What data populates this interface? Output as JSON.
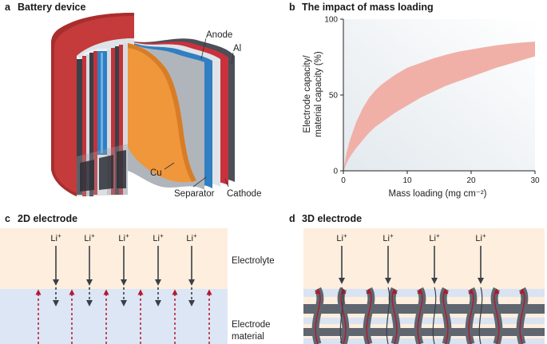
{
  "panels": {
    "a": {
      "letter": "a",
      "title": "Battery device",
      "labels": {
        "anode": "Anode",
        "al": "Al",
        "cu": "Cu",
        "separator": "Separator",
        "cathode": "Cathode"
      }
    },
    "b": {
      "letter": "b",
      "title": "The impact of mass loading"
    },
    "c": {
      "letter": "c",
      "title": "2D electrode",
      "ion": "Li",
      "ion_charge": "+",
      "electrolyte": "Electrolyte",
      "electrode_line1": "Electrode",
      "electrode_line2": "material"
    },
    "d": {
      "letter": "d",
      "title": "3D electrode",
      "ion": "Li",
      "ion_charge": "+"
    }
  },
  "chart_data": {
    "type": "area",
    "xlabel": "Mass loading (mg cm⁻²)",
    "ylabel_line1": "Electrode capacity/",
    "ylabel_line2": "material capacity (%)",
    "xlim": [
      0,
      30
    ],
    "ylim": [
      0,
      100
    ],
    "xticks": [
      0,
      10,
      20,
      30
    ],
    "yticks": [
      0,
      50,
      100
    ],
    "x": [
      0,
      0.5,
      1,
      2,
      3,
      4,
      5,
      6,
      8,
      10,
      12,
      14,
      16,
      18,
      20,
      22,
      24,
      26,
      28,
      30
    ],
    "upper": [
      0,
      12,
      20,
      32,
      41,
      48,
      53,
      57,
      63,
      68,
      71,
      74,
      76.5,
      78.5,
      80,
      81.5,
      82.8,
      83.8,
      84.6,
      85.2
    ],
    "lower": [
      0,
      5,
      9,
      15,
      20,
      25,
      29,
      32,
      38,
      43,
      48,
      52,
      56,
      59,
      62,
      65,
      68,
      70.5,
      73,
      75.5
    ],
    "band_color": "#f0b0a8"
  },
  "colors": {
    "electrolyte_bg": "#fdeedd",
    "electrode_bg": "#dde6f5",
    "arrow_dark": "#3a3f47",
    "arrow_red": "#b2182b",
    "mesh": "#5f6670"
  }
}
